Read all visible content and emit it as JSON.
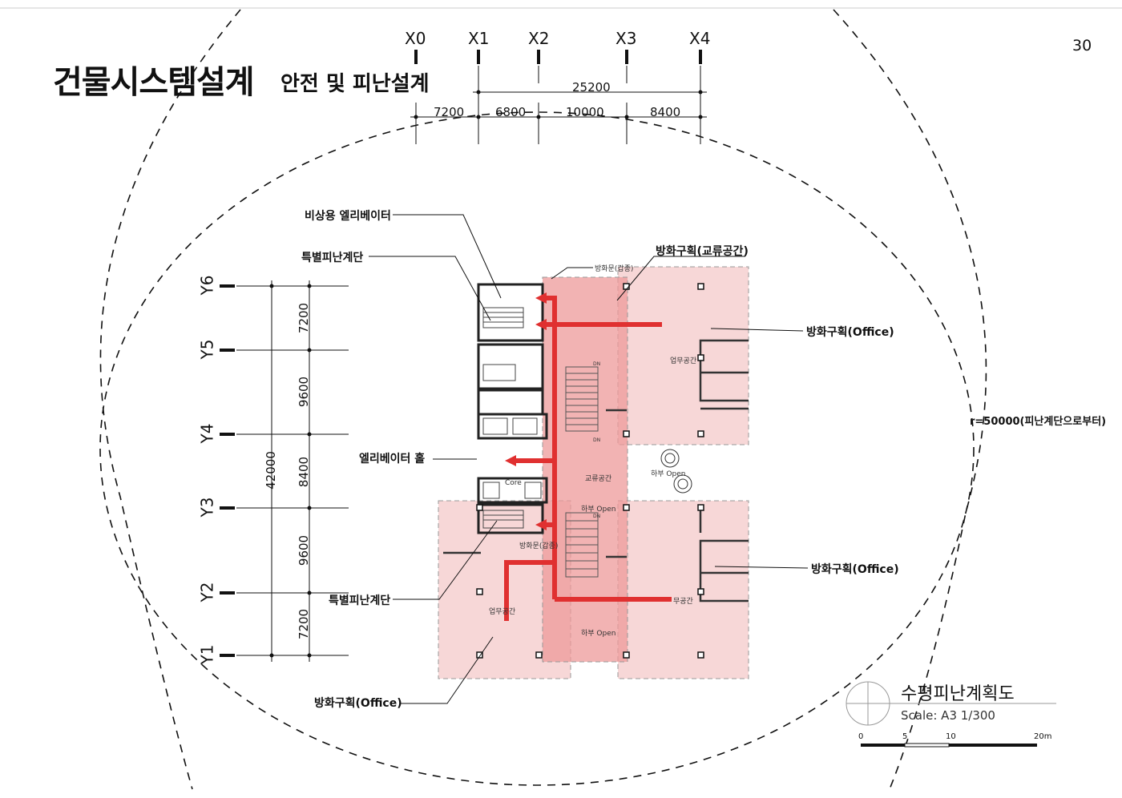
{
  "header": {
    "title": "건물시스템설계",
    "subtitle": "안전 및 피난설계",
    "page_number": "30"
  },
  "grid": {
    "x_lines": [
      "X0",
      "X1",
      "X2",
      "X3",
      "X4"
    ],
    "y_lines": [
      "Y6",
      "Y5",
      "Y4",
      "Y3",
      "Y2",
      "Y1"
    ],
    "x_total": "25200",
    "x_spans": [
      "7200",
      "6800",
      "10000",
      "8400"
    ],
    "y_total": "42000",
    "y_spans": [
      "7200",
      "9600",
      "8400",
      "9600",
      "7200"
    ]
  },
  "labels": {
    "emergency_elevator": "비상용 엘리베이터",
    "special_stair_top": "특별피난계단",
    "fire_door_top": "방화문(갑종)",
    "fire_zone_exchange": "방화구획(교류공간)",
    "fire_zone_office_right_top": "방화구획(Office)",
    "elevator_hall": "엘리베이터 홀",
    "fire_door_bottom": "방화문(갑종)",
    "special_stair_bottom": "특별피난계단",
    "fire_zone_office_right_bottom": "방화구획(Office)",
    "fire_zone_office_bottom": "방화구획(Office)",
    "radius_note": "r=50000(피난계단으로부터)",
    "work_space_a": "업무공간",
    "work_space_b": "업무공간",
    "work_space_c": "무공간",
    "exchange_space": "교류공간",
    "core": "Core",
    "void_right": "하부 Open",
    "void_center": "하부 Open",
    "void_bottom": "하부 Open",
    "dn_1": "DN",
    "dn_2": "DN",
    "dn_3": "DN"
  },
  "legend": {
    "drawing_title": "수평피난계획도",
    "scale": "Scale: A3 1/300",
    "scale_ticks": [
      "0",
      "5",
      "10",
      "20m"
    ]
  },
  "colors": {
    "evac_arrow": "#e03030",
    "fire_zone_fill": "#f4c6c6",
    "fire_zone_border": "#999999",
    "exchange_fill": "#ee9a9a",
    "wall": "#222222"
  }
}
